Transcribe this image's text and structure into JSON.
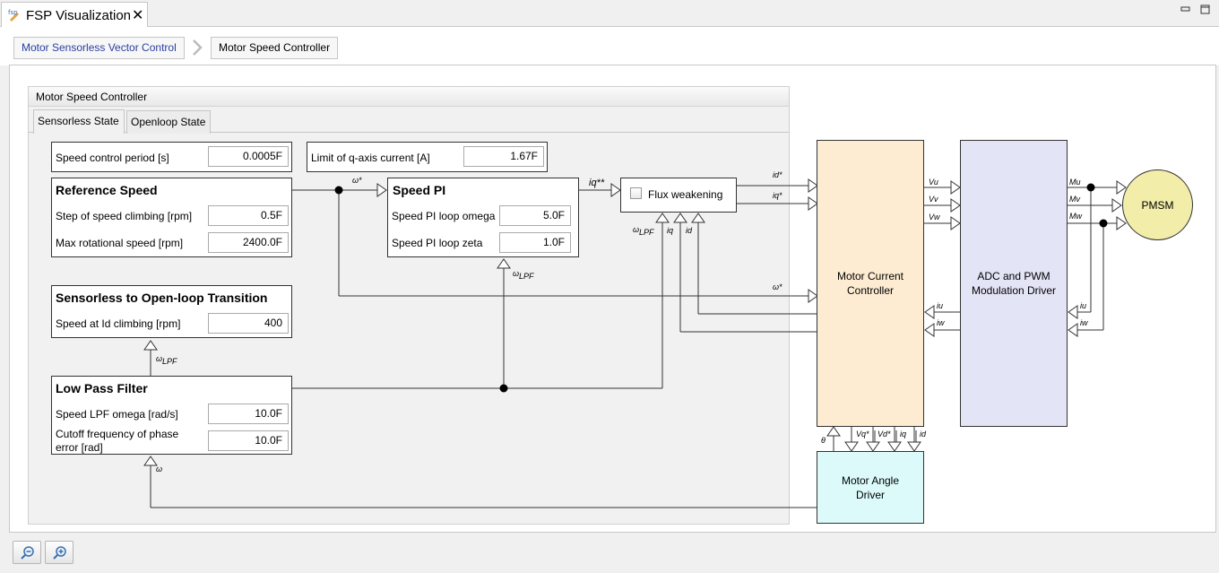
{
  "view_tab": {
    "title": "FSP Visualization",
    "close": "✕"
  },
  "window_controls": {
    "minimize": "▭",
    "maximize": "□"
  },
  "breadcrumb": {
    "items": [
      "Motor Sensorless Vector Control",
      "Motor Speed Controller"
    ],
    "separator": "›"
  },
  "panel": {
    "title": "Motor Speed Controller",
    "tabs": [
      "Sensorless State",
      "Openloop State"
    ],
    "active_tab": "Sensorless State"
  },
  "fields": {
    "speed_control_period": {
      "label": "Speed control period [s]",
      "value": "0.0005F"
    },
    "limit_q_current": {
      "label": "Limit of q-axis current [A]",
      "value": "1.67F"
    }
  },
  "reference_speed": {
    "title": "Reference Speed",
    "step_label": "Step of speed climbing [rpm]",
    "step_value": "0.5F",
    "max_label": "Max rotational speed [rpm]",
    "max_value": "2400.0F"
  },
  "speed_pi": {
    "title": "Speed PI",
    "omega_label": "Speed PI loop omega",
    "omega_value": "5.0F",
    "zeta_label": "Speed PI loop zeta",
    "zeta_value": "1.0F"
  },
  "flux_weakening": {
    "label": "Flux weakening",
    "checked": false
  },
  "transition": {
    "title": "Sensorless to Open-loop Transition",
    "id_label": "Speed at Id climbing [rpm]",
    "id_value": "400"
  },
  "lpf": {
    "title": "Low Pass Filter",
    "omega_label": "Speed LPF omega [rad/s]",
    "omega_value": "10.0F",
    "cutoff_label": "Cutoff frequency of phase error [rad]",
    "cutoff_value": "10.0F"
  },
  "blocks": {
    "current_controller": "Motor Current Controller",
    "adc_pwm": "ADC and PWM Modulation Driver",
    "pmsm": "PMSM",
    "angle_driver": "Motor Angle Driver"
  },
  "signals": {
    "omega_star": "ω*",
    "omega": "ω",
    "omega_lpf_base": "ω",
    "omega_lpf_sub": "LPF",
    "iq_star2": "iq**",
    "id_star": "id*",
    "iq_star": "iq*",
    "iq": "iq",
    "id": "id",
    "vu": "Vu",
    "vv": "Vv",
    "vw": "Vw",
    "mu": "Mu",
    "mv": "Mv",
    "mw": "Mw",
    "iu": "iu",
    "iw": "iw",
    "theta": "θ",
    "vq_star": "Vq*",
    "vd_star": "Vd*"
  },
  "colors": {
    "current_controller_fill": "#fdecd2",
    "adc_pwm_fill": "#e4e4f7",
    "pmsm_fill": "#f2eda9",
    "angle_driver_fill": "#dcfafa"
  },
  "zoom": {
    "zoom_out_icon": "zoom-out-icon",
    "zoom_in_icon": "zoom-in-icon"
  }
}
